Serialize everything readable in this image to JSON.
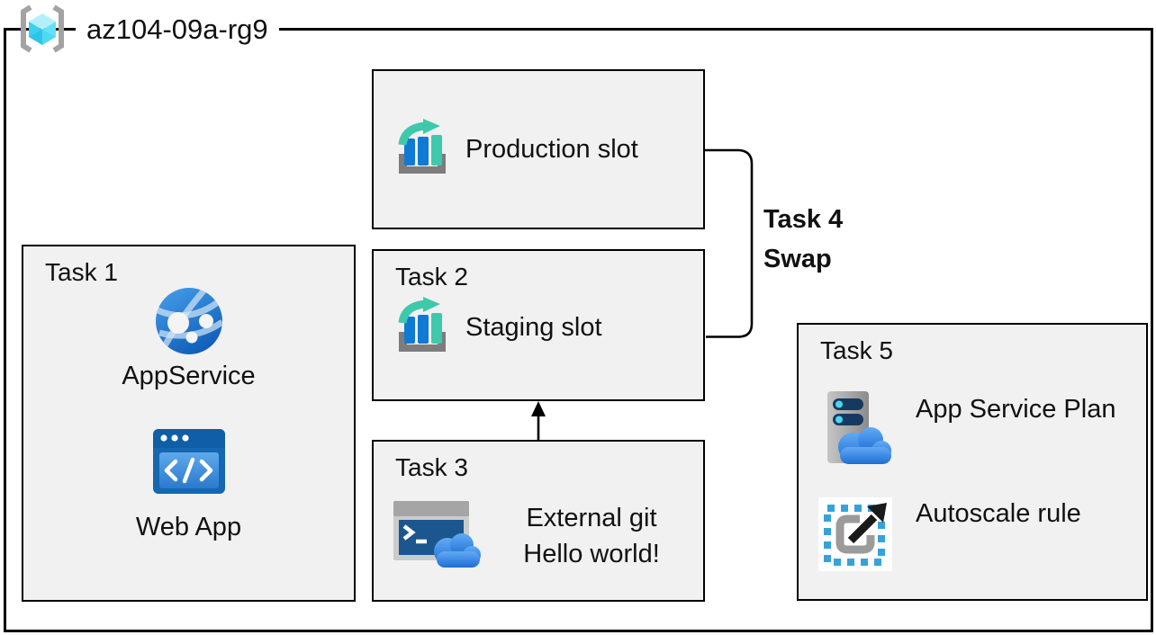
{
  "resource_group": {
    "name": "az104-09a-rg9"
  },
  "boxes": {
    "production": {
      "label": "Production slot"
    },
    "task1": {
      "title": "Task 1",
      "item1": "AppService",
      "item2": "Web App"
    },
    "task2": {
      "title": "Task 2",
      "label": "Staging slot"
    },
    "task3": {
      "title": "Task 3",
      "line1": "External git",
      "line2": "Hello world!"
    },
    "task4": {
      "title": "Task 4",
      "label": "Swap"
    },
    "task5": {
      "title": "Task 5",
      "item1": "App Service Plan",
      "item2": "Autoscale rule"
    }
  },
  "icons": {
    "resource-group-icon": "cyan cube in gray brackets",
    "deployment-slot-icon": "bar chart with teal swap arrow on gray tray",
    "app-service-icon": "blue globe with white nodes",
    "web-app-icon": "blue browser window with </> code glyph",
    "cloud-shell-icon": "terminal window with >_ prompt and blue cloud",
    "app-service-plan-icon": "gray server with navy bars and blue cloud",
    "autoscale-icon": "dashed blue frame, gray square, black diagonal arrow"
  },
  "colors": {
    "box_fill": "#f1f1f1",
    "border": "#000000",
    "bar_blue": "#0f7ad5",
    "teal": "#3fc9ac",
    "globe_blue": "#2278d0",
    "cloud_blue": "#2f7fe0",
    "cube_cyan": "#4dd8f2",
    "bracket_gray": "#a3a3a3"
  },
  "connectors": {
    "swap_bracket": "bracket joining Production slot and Staging slot right edges",
    "task3_arrow": "arrow from Task 3 up into Task 2"
  }
}
